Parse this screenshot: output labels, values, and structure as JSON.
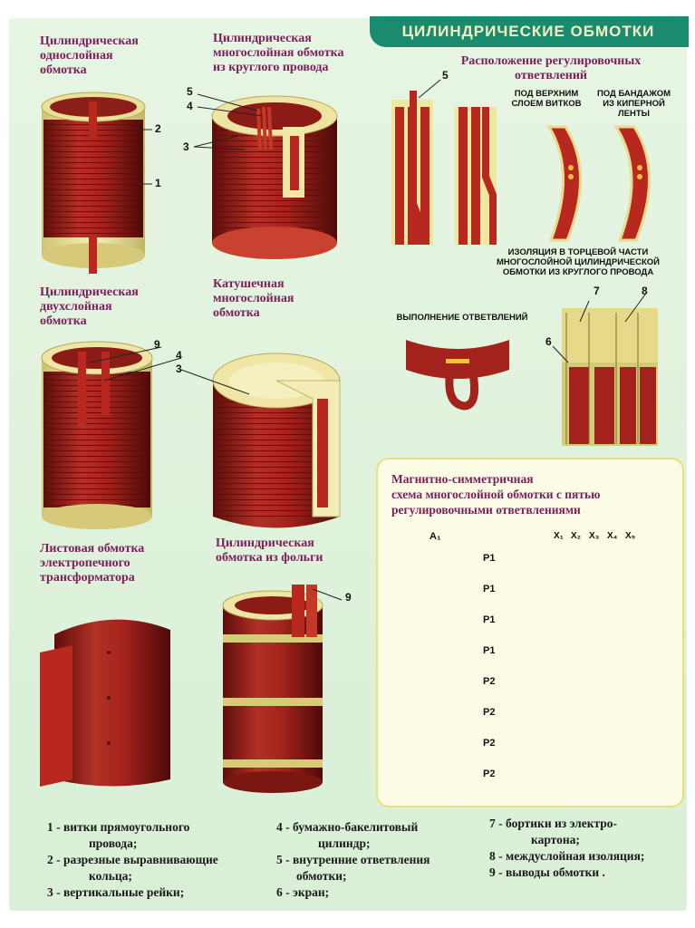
{
  "header": {
    "title": "ЦИЛИНДРИЧЕСКИЕ ОБМОТКИ"
  },
  "labels": {
    "single_layer": [
      "Цилиндрическая",
      "однослойная",
      "обмотка"
    ],
    "multi_layer_round": [
      "Цилиндрическая",
      "многослойная обмотка",
      "из круглого провода"
    ],
    "tap_placement": [
      "Расположение регулировочных",
      "ответвлений"
    ],
    "under_top_layer": [
      "ПОД ВЕРХНИМ",
      "СЛОЕМ ВИТКОВ"
    ],
    "under_bandage": [
      "ПОД БАНДАЖОМ",
      "ИЗ КИПЕРНОЙ",
      "ЛЕНТЫ"
    ],
    "insulation_end": [
      "ИЗОЛЯЦИЯ В ТОРЦЕВОЙ ЧАСТИ",
      "МНОГОСЛОЙНОЙ ЦИЛИНДРИЧЕСКОЙ",
      "ОБМОТКИ ИЗ КРУГЛОГО ПРОВОДА"
    ],
    "two_layer": [
      "Цилиндрическая",
      "двухслойная",
      "обмотка"
    ],
    "coil_multi": [
      "Катушечная",
      "многослойная",
      "обмотка"
    ],
    "tap_execution": "ВЫПОЛНЕНИЕ ОТВЕТВЛЕНИЙ",
    "sheet_winding": [
      "Листовая обмотка",
      "электропечного",
      "трансформатора"
    ],
    "foil_winding": [
      "Цилиндрическая",
      "обмотка из фольги"
    ],
    "schema_title": [
      "Магнитно-симметричная",
      "схема многослойной обмотки с пятью",
      "регулировочными ответвлениями"
    ]
  },
  "numbers": {
    "n1": "1",
    "n2": "2",
    "n3": "3",
    "n4": "4",
    "n5": "5",
    "n6": "6",
    "n7": "7",
    "n8": "8",
    "n9": "9"
  },
  "schema": {
    "a1": "A₁",
    "x_labels": [
      "X₁",
      "X₂",
      "X₃",
      "X₄",
      "X₅"
    ],
    "sections": [
      "P1",
      "P1",
      "P1",
      "P1",
      "P2",
      "P2",
      "P2",
      "P2"
    ]
  },
  "legend": {
    "col1": [
      "1 - витки прямоугольного",
      "провода;",
      "2 - разрезные выравнивающие",
      "кольца;",
      "3 - вертикальные рейки;"
    ],
    "col2": [
      "4 - бумажно-бакелитовый",
      "цилиндр;",
      "5 - внутренние ответвления",
      "обмотки;",
      "6 - экран;"
    ],
    "col3": [
      "7 - бортики из электро-",
      "картона;",
      "8 - междуслойная изоляция;",
      "9 - выводы обмотки ."
    ]
  },
  "colors": {
    "copper": "#a3231c",
    "insulation": "#f0e8a0",
    "banner": "#1b8b6f",
    "label": "#7a1f5c"
  }
}
